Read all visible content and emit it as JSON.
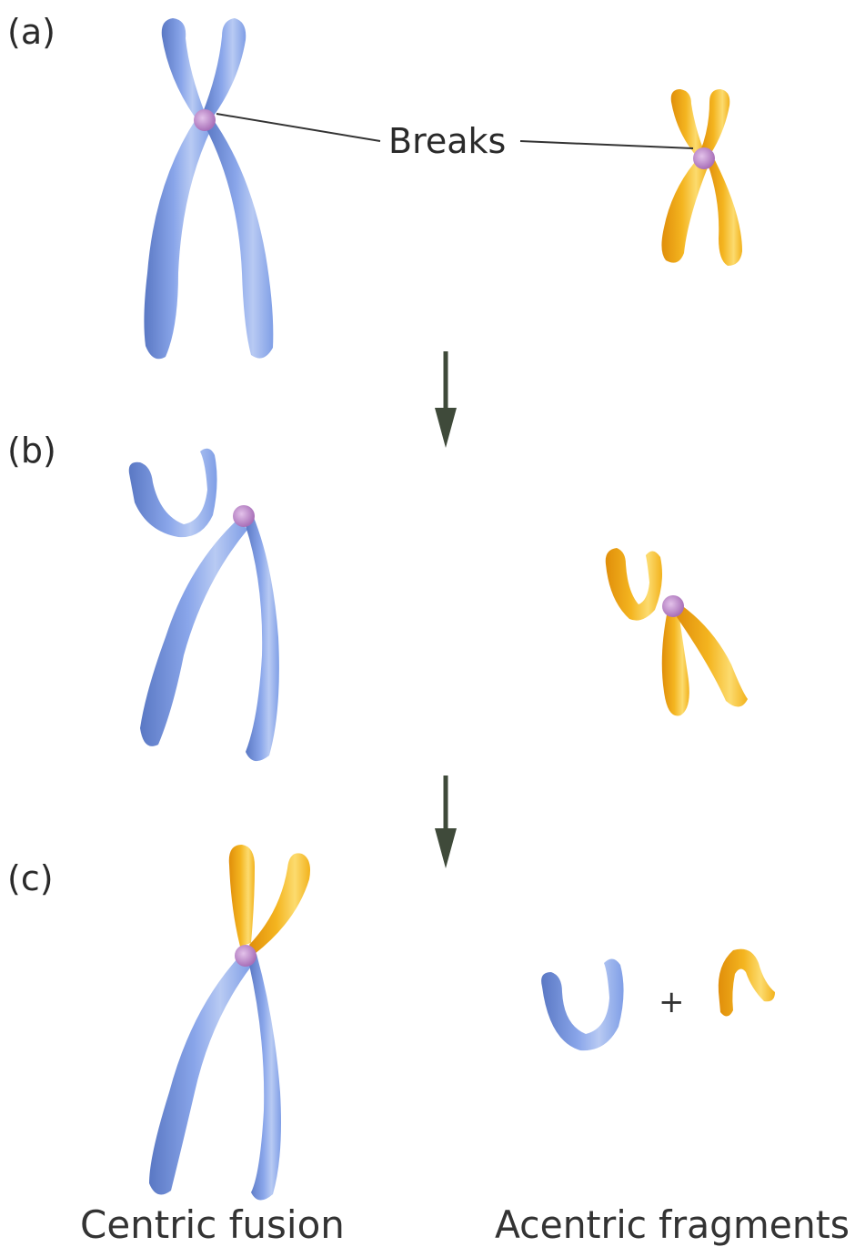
{
  "panels": {
    "a": "(a)",
    "b": "(b)",
    "c": "(c)"
  },
  "breaks_label": "Breaks",
  "plus_sign": "+",
  "captions": {
    "left": "Centric fusion",
    "right": "Acentric fragments"
  },
  "colors": {
    "blue_chromosome": "#7f9ee6",
    "blue_highlight": "#b3c6f2",
    "blue_shadow": "#5a78c4",
    "yellow_chromosome": "#f2b21c",
    "yellow_highlight": "#fbd867",
    "yellow_shadow": "#d98a0a",
    "centromere": "#c58ed0",
    "arrow": "#3f4a3a",
    "leader_line": "#333333"
  }
}
